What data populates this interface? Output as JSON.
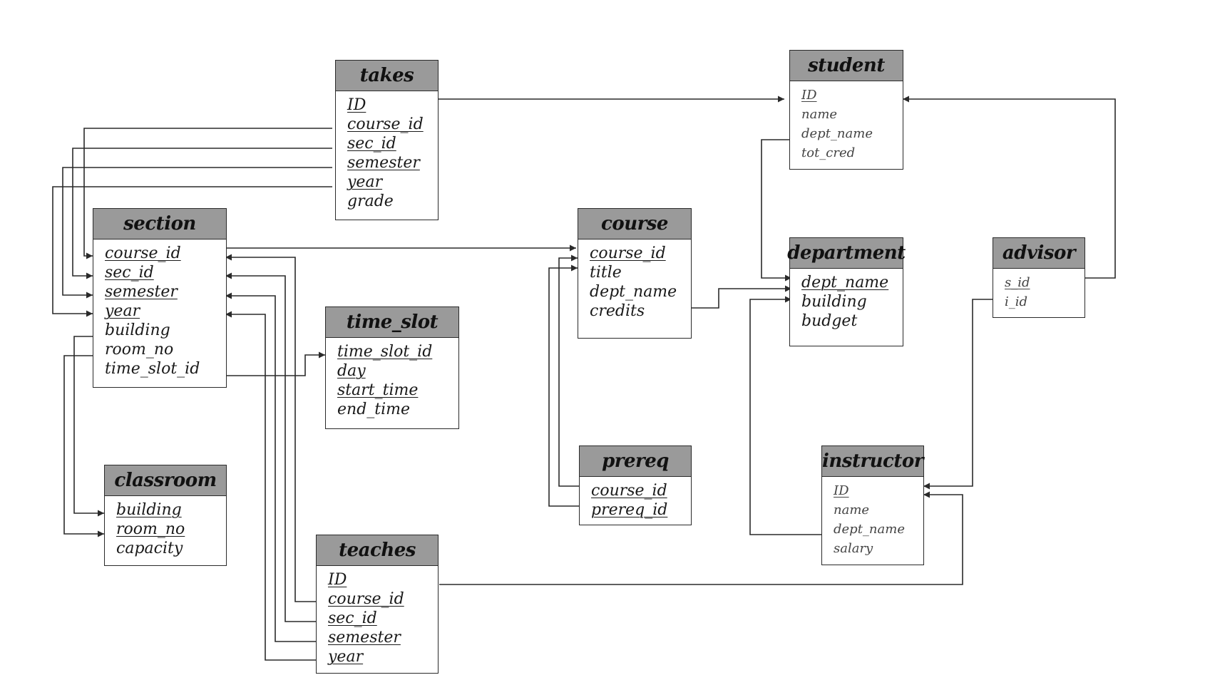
{
  "tables": {
    "takes": {
      "name": "takes",
      "attributes": [
        {
          "text": "ID",
          "pk": true
        },
        {
          "text": "course_id",
          "pk": true
        },
        {
          "text": "sec_id",
          "pk": true
        },
        {
          "text": "semester",
          "pk": true
        },
        {
          "text": "year",
          "pk": true
        },
        {
          "text": "grade",
          "pk": false
        }
      ]
    },
    "student": {
      "name": "student",
      "attributes": [
        {
          "text": "ID",
          "pk": true
        },
        {
          "text": "name",
          "pk": false
        },
        {
          "text": "dept_name",
          "pk": false
        },
        {
          "text": "tot_cred",
          "pk": false
        }
      ]
    },
    "section": {
      "name": "section",
      "attributes": [
        {
          "text": "course_id",
          "pk": true
        },
        {
          "text": "sec_id",
          "pk": true
        },
        {
          "text": "semester",
          "pk": true
        },
        {
          "text": "year",
          "pk": true
        },
        {
          "text": "building",
          "pk": false
        },
        {
          "text": "room_no",
          "pk": false
        },
        {
          "text": "time_slot_id",
          "pk": false
        }
      ]
    },
    "course": {
      "name": "course",
      "attributes": [
        {
          "text": "course_id",
          "pk": true
        },
        {
          "text": "title",
          "pk": false
        },
        {
          "text": "dept_name",
          "pk": false
        },
        {
          "text": "credits",
          "pk": false
        }
      ]
    },
    "department": {
      "name": "department",
      "attributes": [
        {
          "text": "dept_name",
          "pk": true
        },
        {
          "text": "building",
          "pk": false
        },
        {
          "text": "budget",
          "pk": false
        }
      ]
    },
    "advisor": {
      "name": "advisor",
      "attributes": [
        {
          "text": "s_id",
          "pk": true
        },
        {
          "text": "i_id",
          "pk": false
        }
      ]
    },
    "time_slot": {
      "name": "time_slot",
      "attributes": [
        {
          "text": "time_slot_id",
          "pk": true
        },
        {
          "text": "day",
          "pk": true
        },
        {
          "text": "start_time",
          "pk": true
        },
        {
          "text": "end_time",
          "pk": false
        }
      ]
    },
    "classroom": {
      "name": "classroom",
      "attributes": [
        {
          "text": "building",
          "pk": true
        },
        {
          "text": "room_no",
          "pk": true
        },
        {
          "text": "capacity",
          "pk": false
        }
      ]
    },
    "prereq": {
      "name": "prereq",
      "attributes": [
        {
          "text": "course_id",
          "pk": true
        },
        {
          "text": "prereq_id",
          "pk": true
        }
      ]
    },
    "instructor": {
      "name": "instructor",
      "attributes": [
        {
          "text": "ID",
          "pk": true
        },
        {
          "text": "name",
          "pk": false
        },
        {
          "text": "dept_name",
          "pk": false
        },
        {
          "text": "salary",
          "pk": false
        }
      ]
    },
    "teaches": {
      "name": "teaches",
      "attributes": [
        {
          "text": "ID",
          "pk": true
        },
        {
          "text": "course_id",
          "pk": true
        },
        {
          "text": "sec_id",
          "pk": true
        },
        {
          "text": "semester",
          "pk": true
        },
        {
          "text": "year",
          "pk": true
        }
      ]
    }
  },
  "colors": {
    "header_fill": "#9a9a9a",
    "line": "#2a2a2a",
    "border": "#2a2a2a"
  }
}
